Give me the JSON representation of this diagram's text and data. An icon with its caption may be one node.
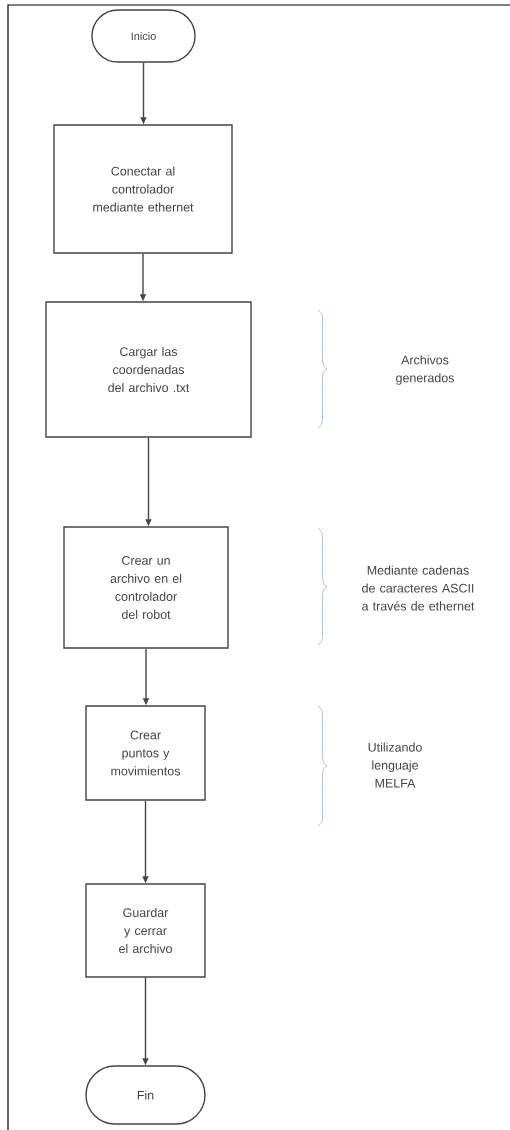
{
  "diagram": {
    "nodes": [
      {
        "text": [
          "Inicio"
        ]
      },
      {
        "text": [
          "Conectar al controlador mediante ethernet"
        ]
      },
      {
        "text": [
          "Cargar  las coordenadas del archivo .txt"
        ]
      },
      {
        "text": [
          "Crear un archivo en el controlador del robot"
        ]
      },
      {
        "text": [
          "Crear puntos y movimientos"
        ]
      },
      {
        "text": [
          "Guardar y cerrar el archivo"
        ]
      },
      {
        "text": [
          "Fin"
        ]
      }
    ],
    "edges": [
      {
        "from": 0,
        "to": 1,
        "arrow": "to"
      },
      {
        "from": 1,
        "to": 2,
        "arrow": "to"
      },
      {
        "from": 2,
        "to": 3,
        "arrow": "to"
      },
      {
        "from": 3,
        "to": 4,
        "arrow": "to"
      },
      {
        "from": 4,
        "to": 5,
        "arrow": "to"
      },
      {
        "from": 5,
        "to": 6,
        "arrow": "to"
      }
    ],
    "labels": [
      "Archivos generados",
      "Mediante cadenas de caracteres ASCII a través de ethernet",
      "Utilizando lenguaje MELFA"
    ]
  }
}
